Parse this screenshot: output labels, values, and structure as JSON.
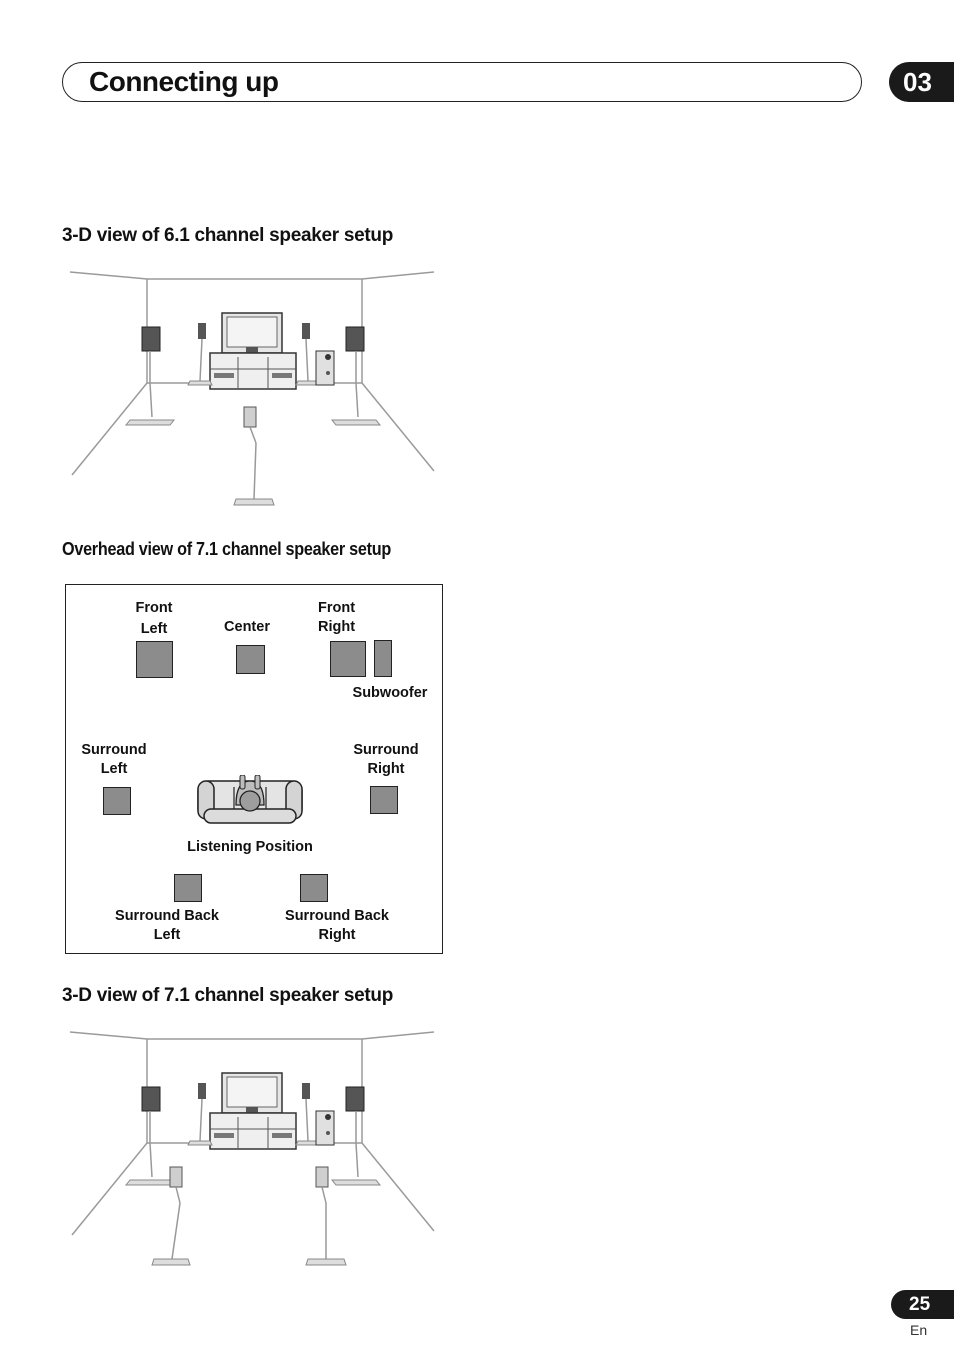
{
  "header": {
    "title": "Connecting up",
    "chapter": "03"
  },
  "sections": {
    "view_61": {
      "title": "3-D view of  6.1 channel  speaker setup"
    },
    "overhead_71": {
      "title": "Overhead view of  7.1 channel  speaker setup"
    },
    "view_71": {
      "title": "3-D view of  7.1 channel  speaker setup"
    }
  },
  "overhead": {
    "front_left": [
      "Front",
      "Left"
    ],
    "center": "Center",
    "front_right": [
      "Front",
      "Right"
    ],
    "subwoofer": "Subwoofer",
    "surround_left": [
      "Surround",
      "Left"
    ],
    "surround_right": [
      "Surround",
      "Right"
    ],
    "listening_position": "Listening Position",
    "surround_back_left": [
      "Surround Back",
      "Left"
    ],
    "surround_back_right": [
      "Surround Back",
      "Right"
    ],
    "speaker_color": "#8c8c8c"
  },
  "footer": {
    "page_number": "25",
    "language": "En"
  }
}
